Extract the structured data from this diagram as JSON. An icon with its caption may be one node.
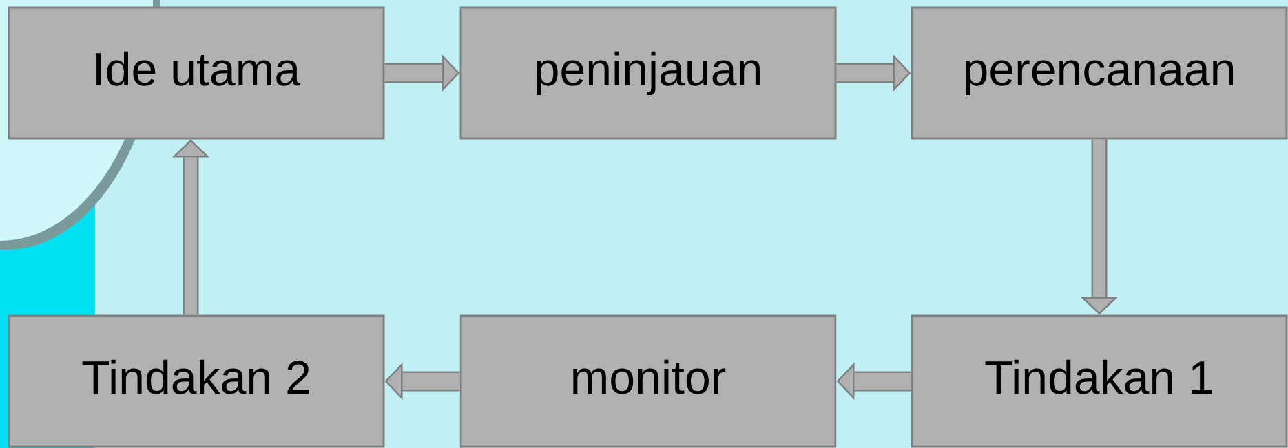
{
  "diagram": {
    "nodes": [
      {
        "text": [
          "Ide utama"
        ]
      },
      {
        "text": [
          "peninjauan"
        ]
      },
      {
        "text": [
          "perencanaan"
        ]
      },
      {
        "text": [
          "Tindakan 2"
        ]
      },
      {
        "text": [
          "monitor"
        ]
      },
      {
        "text": [
          "Tindakan 1"
        ]
      }
    ],
    "edges": [
      {
        "from": 0,
        "to": 1,
        "arrow": "to"
      },
      {
        "from": 1,
        "to": 2,
        "arrow": "to"
      },
      {
        "from": 2,
        "to": 5,
        "arrow": "to"
      },
      {
        "from": 5,
        "to": 4,
        "arrow": "to"
      },
      {
        "from": 4,
        "to": 3,
        "arrow": "to"
      },
      {
        "from": 3,
        "to": 0,
        "arrow": "to"
      }
    ]
  }
}
